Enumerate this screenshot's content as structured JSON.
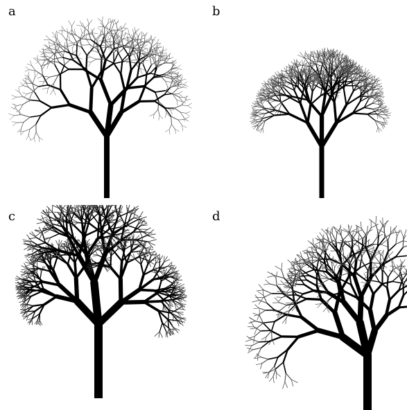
{
  "panels": [
    {
      "label": "a",
      "description_icon": "fractal-tree-sparse-icon",
      "colors": {
        "branch": "#000000",
        "twig": "#555555"
      }
    },
    {
      "label": "b",
      "description_icon": "fractal-tree-dense-round-icon",
      "colors": {
        "branch": "#000000",
        "twig": "#444444"
      }
    },
    {
      "label": "c",
      "description_icon": "fractal-tree-weeping-icon",
      "colors": {
        "branch": "#000000",
        "twig": "#333333"
      }
    },
    {
      "label": "d",
      "description_icon": "fractal-tree-windswept-icon",
      "colors": {
        "branch": "#000000",
        "twig": "#444444"
      }
    }
  ]
}
